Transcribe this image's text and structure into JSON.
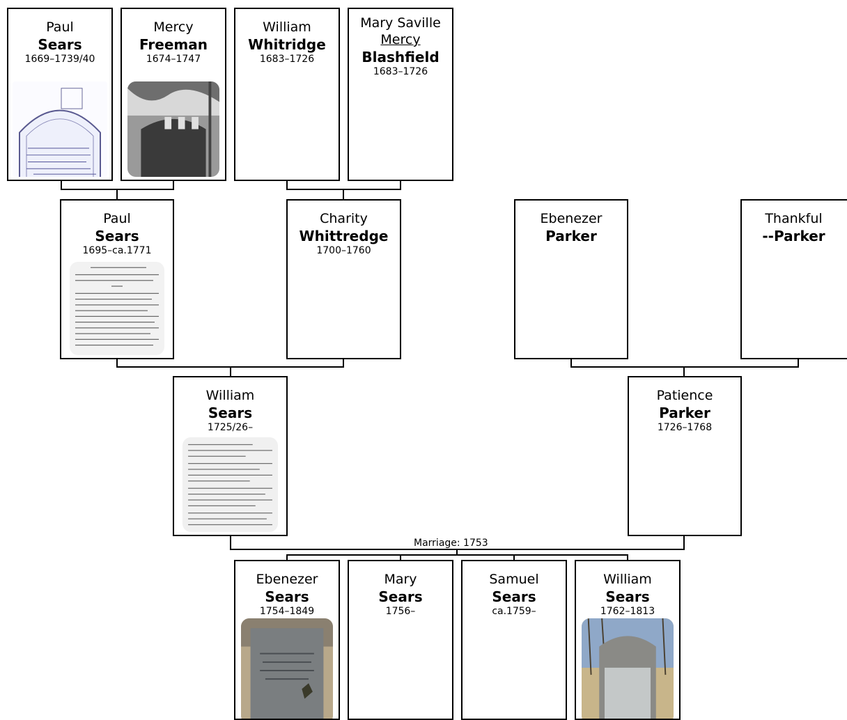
{
  "people": {
    "paul_sears_sr": {
      "first": "Paul",
      "last": "Sears",
      "dates": "1669–1739/40",
      "photo": "gravestone-sketch"
    },
    "mercy_freeman": {
      "first": "Mercy",
      "last": "Freeman",
      "dates": "1674–1747",
      "photo": "cemetery-photo"
    },
    "william_whitridge": {
      "first": "William",
      "last": "Whitridge",
      "dates": "1683–1726"
    },
    "mary_blashfield": {
      "first": "Mary Saville",
      "maiden": "Mercy",
      "last": "Blashfield",
      "dates": "1683–1726"
    },
    "paul_sears_jr": {
      "first": "Paul",
      "last": "Sears",
      "dates": "1695–ca.1771",
      "photo": "document-scan"
    },
    "charity_whittredge": {
      "first": "Charity",
      "last": "Whittredge",
      "dates": "1700–1760"
    },
    "ebenezer_parker": {
      "first": "Ebenezer",
      "last": "Parker",
      "dates": ""
    },
    "thankful_parker": {
      "first": "Thankful",
      "last": "--Parker",
      "dates": ""
    },
    "william_sears": {
      "first": "William",
      "last": "Sears",
      "dates": "1725/26–",
      "photo": "document-scan"
    },
    "patience_parker": {
      "first": "Patience",
      "last": "Parker",
      "dates": "1726–1768"
    },
    "ebenezer_sears": {
      "first": "Ebenezer",
      "last": "Sears",
      "dates": "1754–1849",
      "photo": "headstone-photo"
    },
    "mary_sears": {
      "first": "Mary",
      "last": "Sears",
      "dates": "1756–"
    },
    "samuel_sears": {
      "first": "Samuel",
      "last": "Sears",
      "dates": "ca.1759–"
    },
    "william_sears_jr": {
      "first": "William",
      "last": "Sears",
      "dates": "1762–1813",
      "photo": "headstone-photo-2"
    }
  },
  "marriage": {
    "label": "Marriage: 1753"
  },
  "colors": {
    "border": "#000000",
    "background": "#ffffff"
  }
}
